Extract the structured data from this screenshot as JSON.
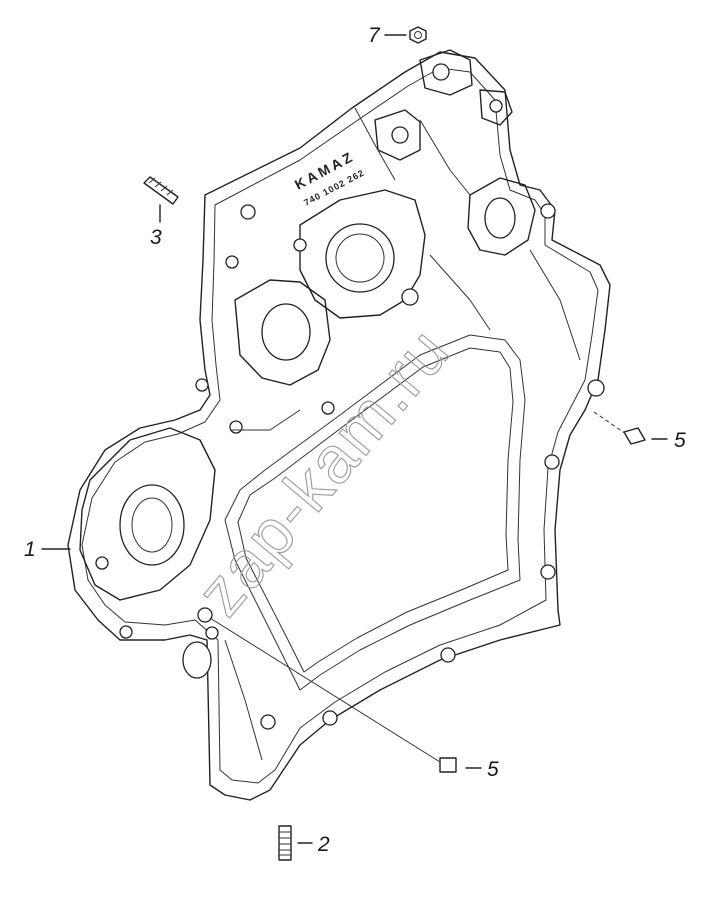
{
  "watermark": "zap-kam.ru",
  "embossing": {
    "brand": "KAMAZ",
    "part_number": "740 1002 262"
  },
  "callouts": [
    {
      "id": "c1",
      "label": "1"
    },
    {
      "id": "c2",
      "label": "2"
    },
    {
      "id": "c3",
      "label": "3"
    },
    {
      "id": "c5a",
      "label": "5"
    },
    {
      "id": "c5b",
      "label": "5"
    },
    {
      "id": "c7",
      "label": "7"
    }
  ],
  "colors": {
    "line": "#222222",
    "watermark": "#9a9a9a",
    "background": "#ffffff"
  }
}
